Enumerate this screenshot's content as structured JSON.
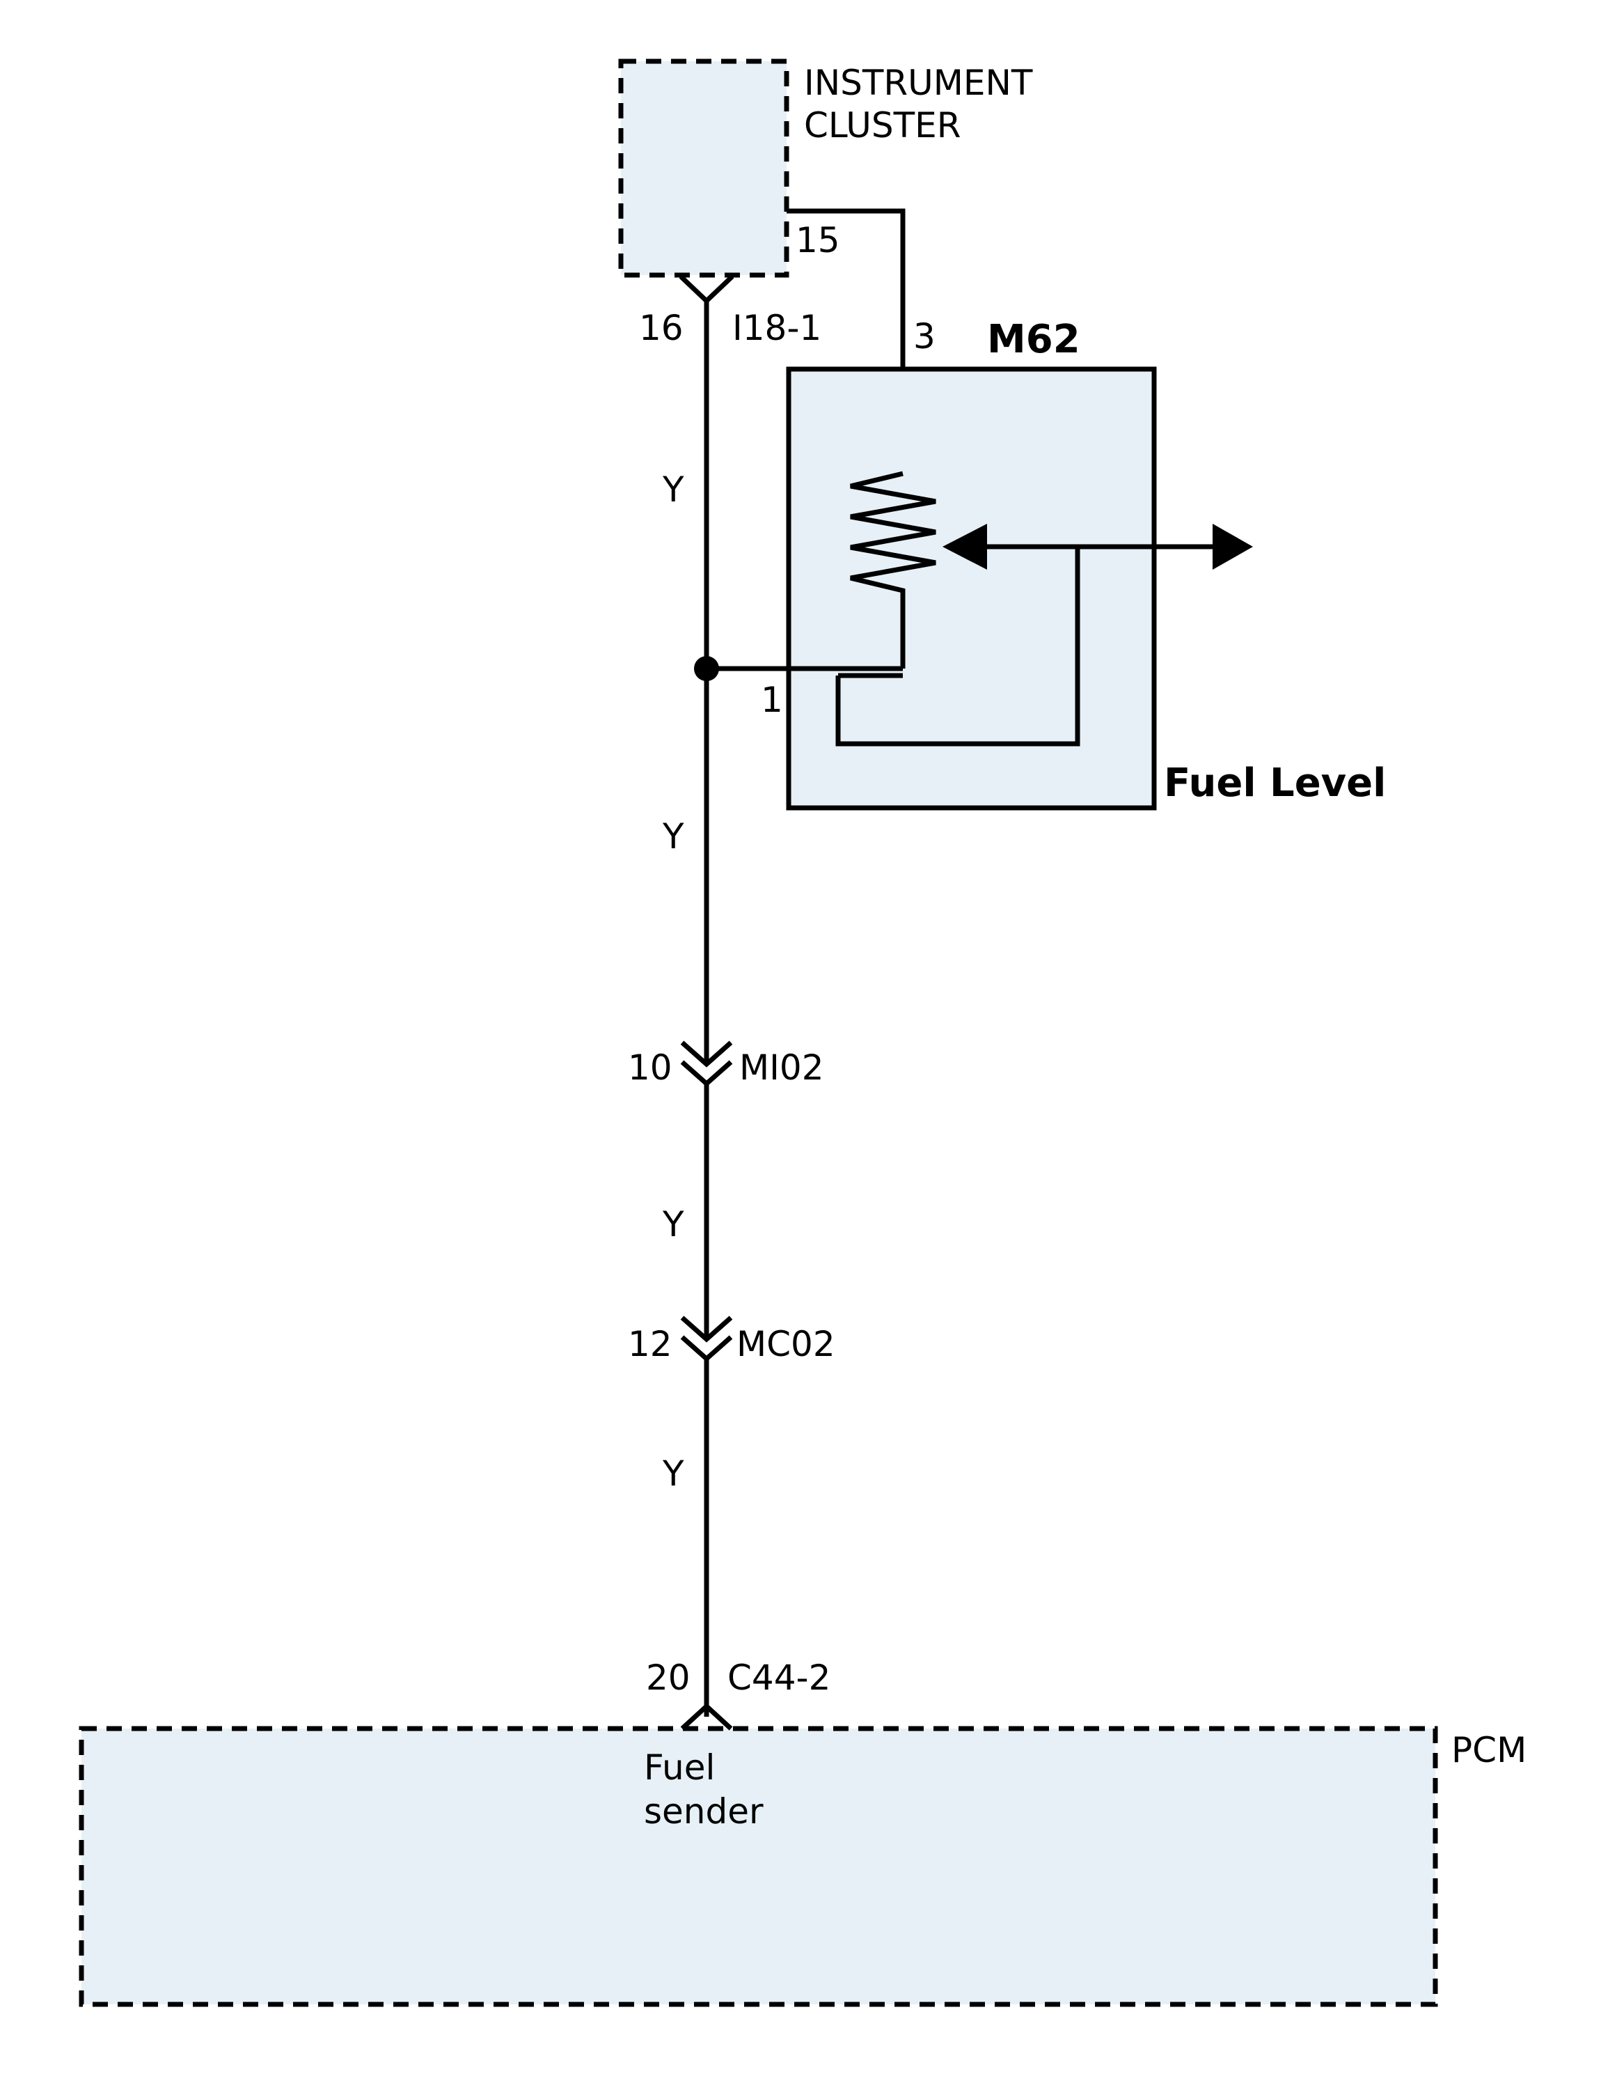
{
  "components": {
    "instrument_cluster": {
      "line1": "INSTRUMENT",
      "line2": "CLUSTER"
    },
    "m62": {
      "id": "M62",
      "name": "Fuel Level"
    },
    "pcm": {
      "id": "PCM",
      "function_line1": "Fuel",
      "function_line2": "sender"
    }
  },
  "pins": {
    "cluster_15": "15",
    "cluster_16": "16",
    "m62_3": "3",
    "m62_1": "1",
    "mi02_10": "10",
    "mc02_12": "12",
    "pcm_20": "20"
  },
  "connectors": {
    "i18": "I18-1",
    "mi02": "MI02",
    "mc02": "MC02",
    "c44": "C44-2"
  },
  "wire_colors": {
    "seg1": "Y",
    "seg2": "Y",
    "seg3": "Y",
    "seg4": "Y"
  },
  "colors": {
    "component_fill": "#e6f0f6",
    "line": "#000000"
  }
}
